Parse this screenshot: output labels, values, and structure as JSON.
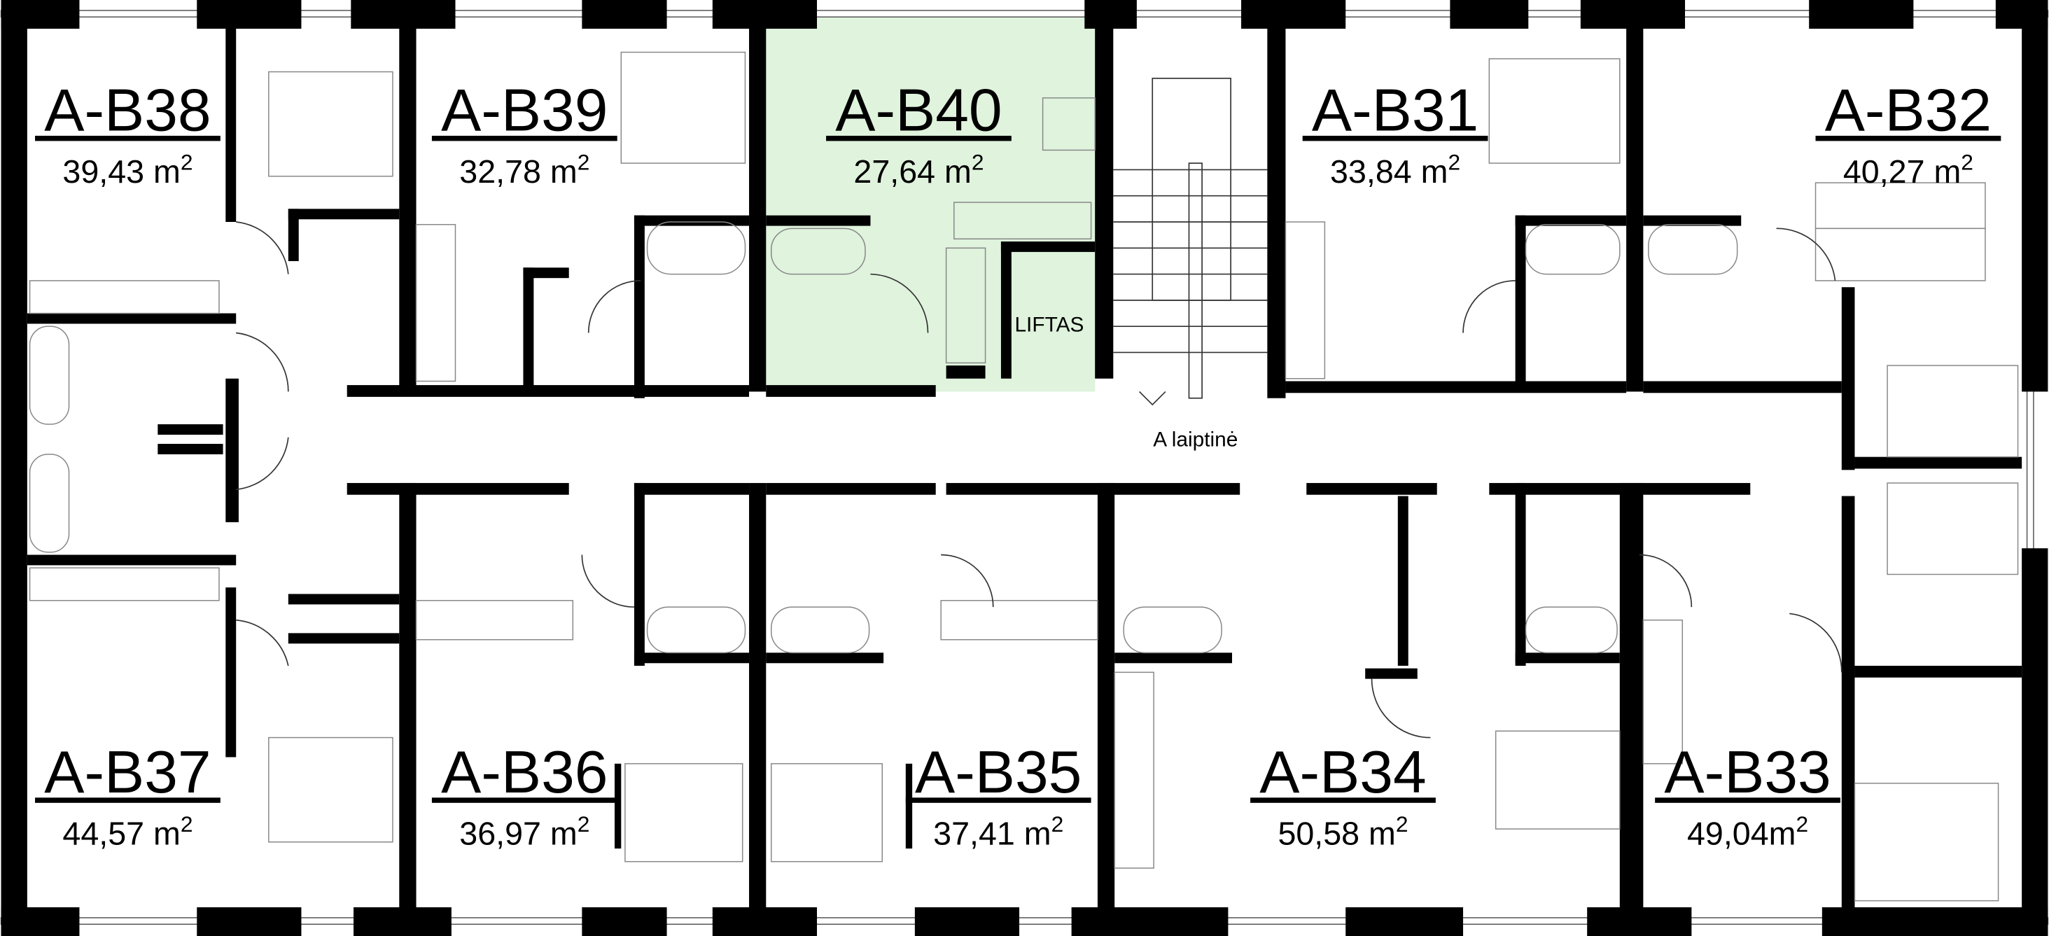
{
  "plan": {
    "stairwell_label": "A laiptinė",
    "elevator_label": "LIFTAS",
    "highlight_color": "#dff3dd",
    "highlighted_unit": "A-B40"
  },
  "units": [
    {
      "id": "A-B38",
      "area": "39,43 m",
      "sup": "2"
    },
    {
      "id": "A-B39",
      "area": "32,78 m",
      "sup": "2"
    },
    {
      "id": "A-B40",
      "area": "27,64 m",
      "sup": "2"
    },
    {
      "id": "A-B31",
      "area": "33,84 m",
      "sup": "2"
    },
    {
      "id": "A-B32",
      "area": "40,27 m",
      "sup": "2"
    },
    {
      "id": "A-B37",
      "area": "44,57 m",
      "sup": "2"
    },
    {
      "id": "A-B36",
      "area": "36,97 m",
      "sup": "2"
    },
    {
      "id": "A-B35",
      "area": "37,41 m",
      "sup": "2"
    },
    {
      "id": "A-B34",
      "area": "50,58 m",
      "sup": "2"
    },
    {
      "id": "A-B33",
      "area": "49,04m",
      "sup": "2"
    }
  ]
}
